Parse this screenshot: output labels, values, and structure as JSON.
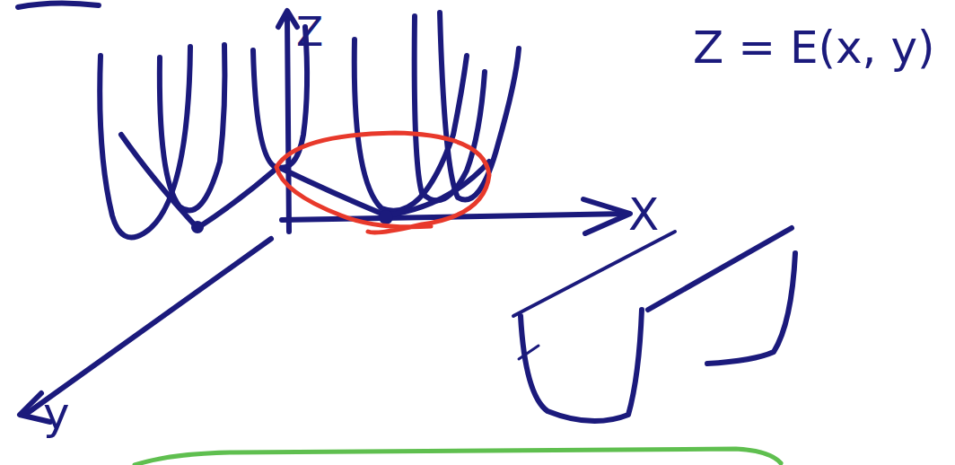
{
  "diagram": {
    "labels": [
      "Z",
      "X",
      "y",
      "Z = E(x, y)"
    ]
  }
}
